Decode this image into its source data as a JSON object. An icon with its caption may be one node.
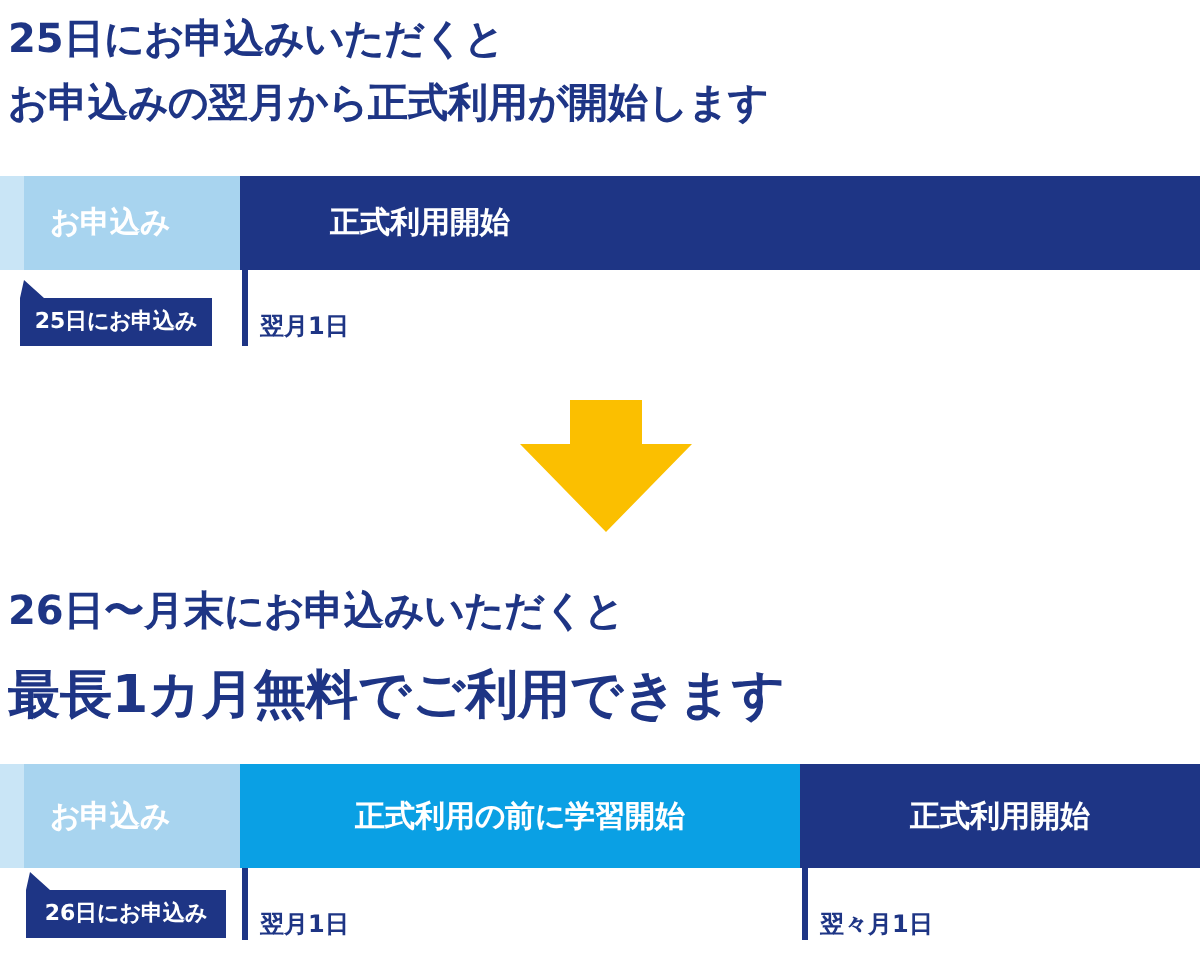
{
  "diagram": {
    "nodes": [
      {
        "text": [
          "お申込み"
        ]
      },
      {
        "text": [
          "正式利用開始"
        ],
        "beside": [
          "翌月1日"
        ]
      },
      {
        "text": [
          "お申込み"
        ]
      },
      {
        "text": [
          "正式利用の前に学習開始"
        ],
        "beside": [
          "翌月1日"
        ]
      },
      {
        "text": [
          "正式利用開始"
        ],
        "beside": [
          "翌々月1日"
        ]
      }
    ],
    "labels": [
      "25日にお申込みいただくと",
      "お申込みの翌月から正式利用が開始します",
      "25日にお申込み",
      "26日〜月末にお申込みいただくと",
      "最長1カ月無料でご利用できます",
      "26日にお申込み"
    ]
  }
}
